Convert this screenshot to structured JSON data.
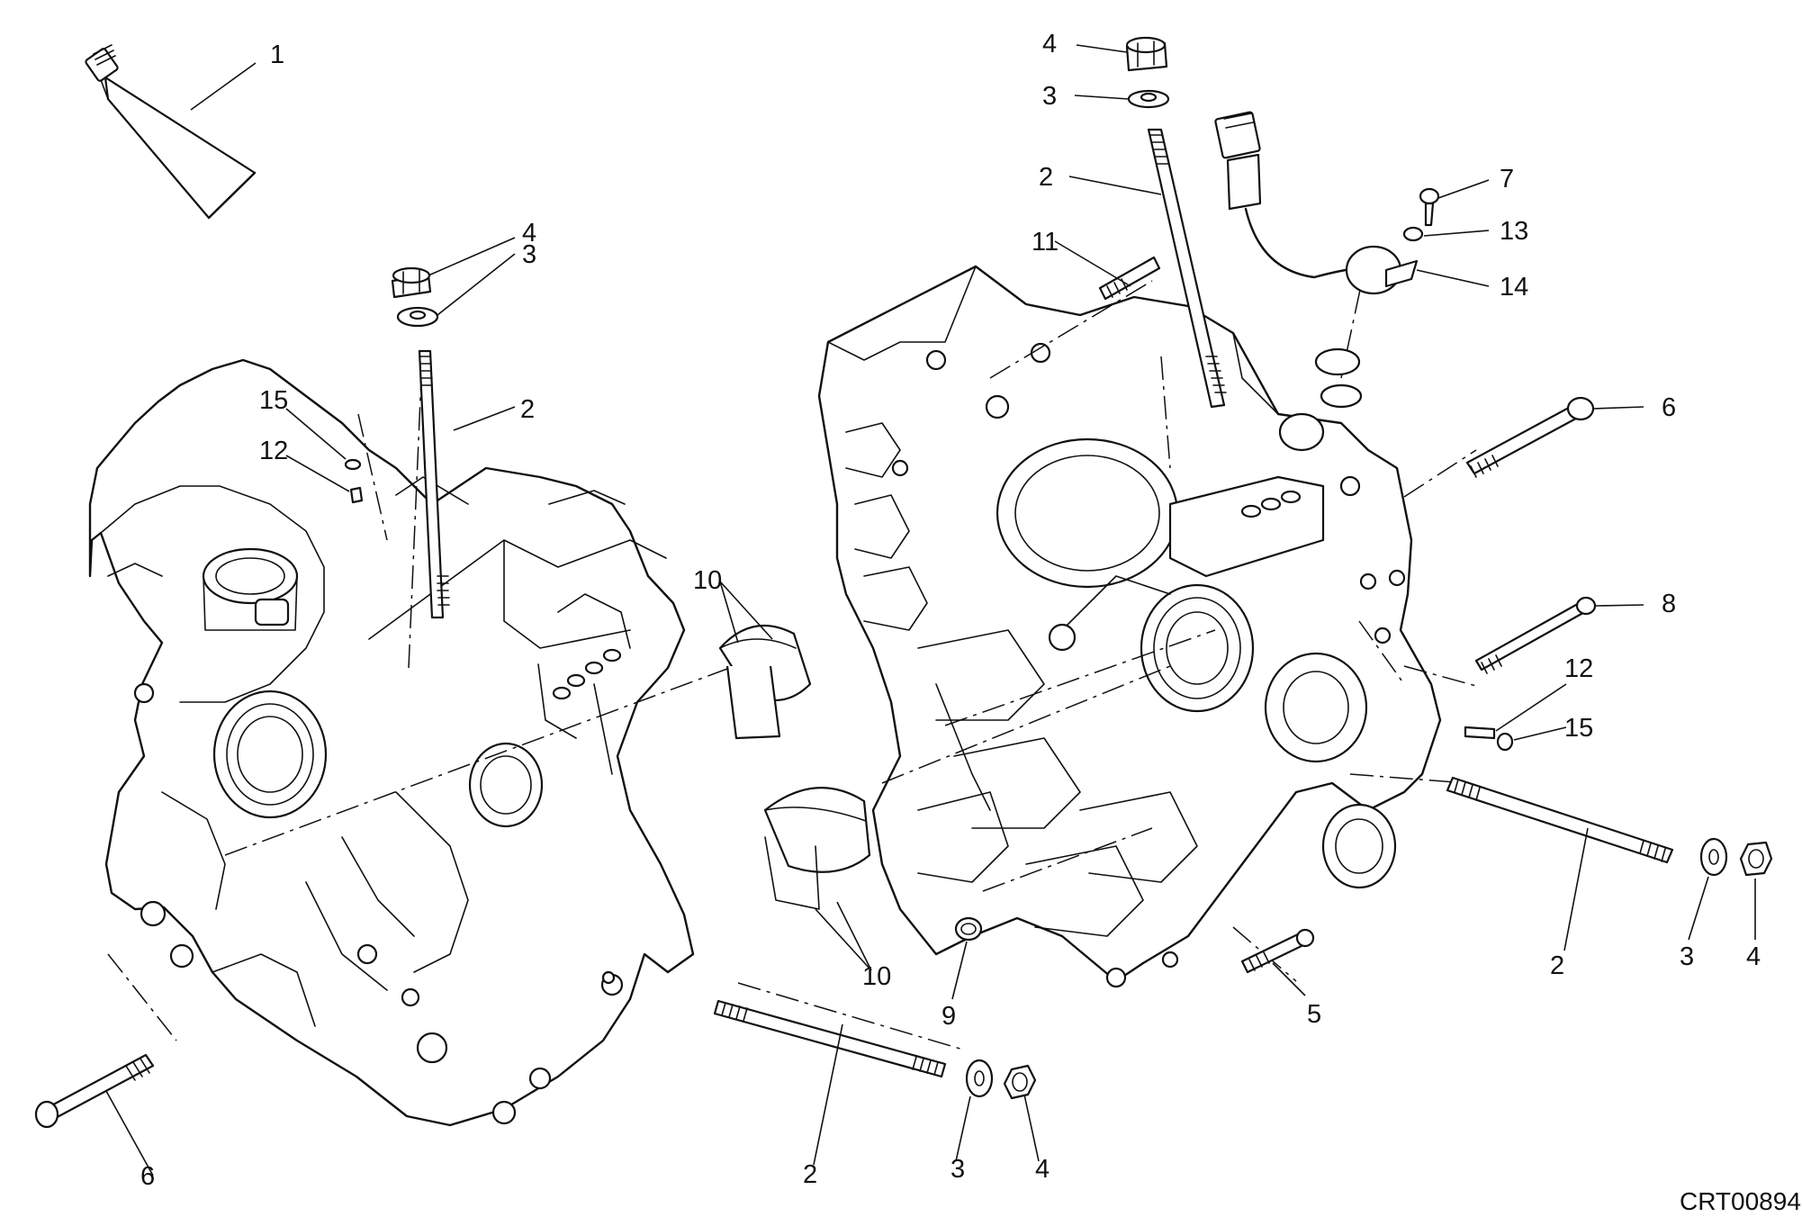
{
  "figure_code": "CRT00894",
  "callouts": [
    {
      "id": "c-1-tube",
      "text": "1"
    },
    {
      "id": "c-4-left-top",
      "text": "4"
    },
    {
      "id": "c-3-left-top",
      "text": "3"
    },
    {
      "id": "c-2-left-top",
      "text": "2"
    },
    {
      "id": "c-15-left",
      "text": "15"
    },
    {
      "id": "c-12-left",
      "text": "12"
    },
    {
      "id": "c-10-upper",
      "text": "10"
    },
    {
      "id": "c-10-lower",
      "text": "10"
    },
    {
      "id": "c-6-left-bottom",
      "text": "6"
    },
    {
      "id": "c-2-left-bottom",
      "text": "2"
    },
    {
      "id": "c-3-left-bottom",
      "text": "3"
    },
    {
      "id": "c-4-left-bottom",
      "text": "4"
    },
    {
      "id": "c-4-right-top",
      "text": "4"
    },
    {
      "id": "c-3-right-top",
      "text": "3"
    },
    {
      "id": "c-2-right-top",
      "text": "2"
    },
    {
      "id": "c-11-right",
      "text": "11"
    },
    {
      "id": "c-7-right",
      "text": "7"
    },
    {
      "id": "c-13-right",
      "text": "13"
    },
    {
      "id": "c-14-right",
      "text": "14"
    },
    {
      "id": "c-6-right",
      "text": "6"
    },
    {
      "id": "c-8-right",
      "text": "8"
    },
    {
      "id": "c-12-right",
      "text": "12"
    },
    {
      "id": "c-15-right",
      "text": "15"
    },
    {
      "id": "c-2-right-bottom",
      "text": "2"
    },
    {
      "id": "c-3-right-bottom",
      "text": "3"
    },
    {
      "id": "c-4-right-bottom",
      "text": "4"
    },
    {
      "id": "c-9-right",
      "text": "9"
    },
    {
      "id": "c-5-right",
      "text": "5"
    }
  ]
}
